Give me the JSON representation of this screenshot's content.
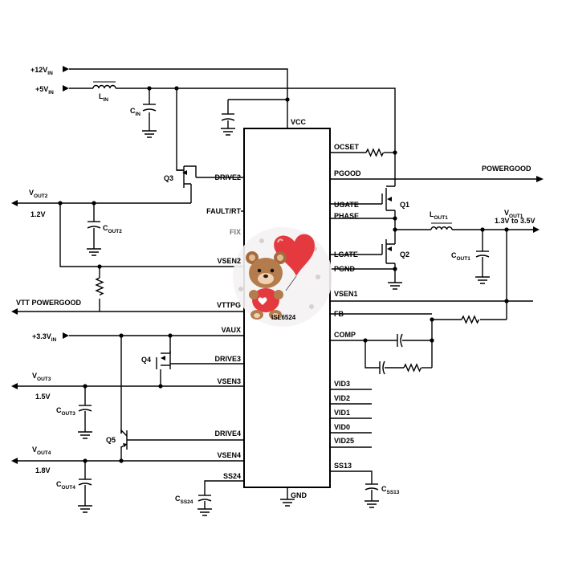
{
  "chip": {
    "name": "ISL6524",
    "pins_left": {
      "drive2": "DRIVE2",
      "fault_rt": "FAULT/RT",
      "fix": "FIX",
      "vsen2": "VSEN2",
      "vttpg": "VTTPG",
      "vaux": "VAUX",
      "drive3": "DRIVE3",
      "vsen3": "VSEN3",
      "drive4": "DRIVE4",
      "vsen4": "VSEN4",
      "ss24": "SS24"
    },
    "pins_right": {
      "ocset": "OCSET",
      "pgood": "PGOOD",
      "ugate": "UGATE",
      "phase": "PHASE",
      "lgate": "LGATE",
      "pgnd": "PGND",
      "vsen1": "VSEN1",
      "fb": "FB",
      "comp": "COMP",
      "vid3": "VID3",
      "vid2": "VID2",
      "vid1": "VID1",
      "vid0": "VID0",
      "vid25": "VID25",
      "ss13": "SS13"
    },
    "pin_top": "VCC",
    "pin_bottom": "GND"
  },
  "supplies": {
    "v12": {
      "main": "+12V",
      "sub": "IN"
    },
    "v5": {
      "main": "+5V",
      "sub": "IN"
    },
    "v33": {
      "main": "+3.3V",
      "sub": "IN"
    }
  },
  "outputs": {
    "vout1": {
      "main": "V",
      "sub": "OUT1",
      "range": "1.3V to 3.5V"
    },
    "vout2": {
      "main": "V",
      "sub": "OUT2",
      "value": "1.2V"
    },
    "vout3": {
      "main": "V",
      "sub": "OUT3",
      "value": "1.5V"
    },
    "vout4": {
      "main": "V",
      "sub": "OUT4",
      "value": "1.8V"
    },
    "powergood": "POWERGOOD",
    "vtt_powergood": "VTT POWERGOOD"
  },
  "components": {
    "lin": {
      "main": "L",
      "sub": "IN"
    },
    "cin": {
      "main": "C",
      "sub": "IN"
    },
    "lout1": {
      "main": "L",
      "sub": "OUT1"
    },
    "cout1": {
      "main": "C",
      "sub": "OUT1"
    },
    "cout2": {
      "main": "C",
      "sub": "OUT2"
    },
    "cout3": {
      "main": "C",
      "sub": "OUT3"
    },
    "cout4": {
      "main": "C",
      "sub": "OUT4"
    },
    "css24": {
      "main": "C",
      "sub": "SS24"
    },
    "css13": {
      "main": "C",
      "sub": "SS13"
    },
    "q1": "Q1",
    "q2": "Q2",
    "q3": "Q3",
    "q4": "Q4",
    "q5": "Q5"
  },
  "overlay": {
    "icon": "teddy-bear-heart-balloon-sticker-icon"
  }
}
